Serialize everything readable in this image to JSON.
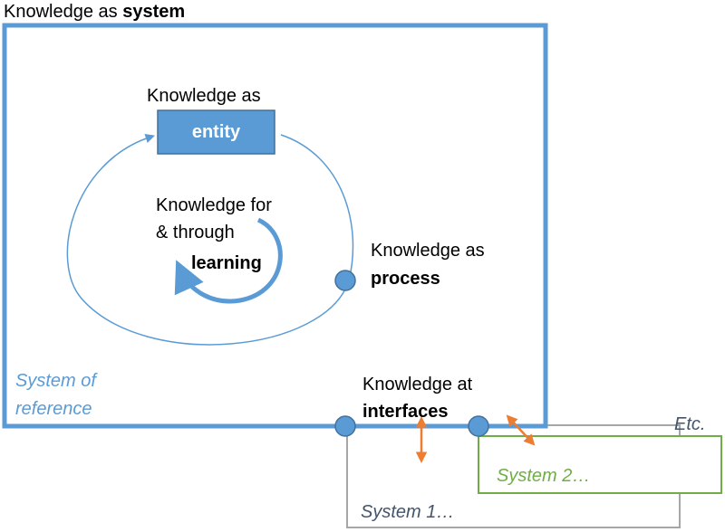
{
  "title": {
    "prefix": "Knowledge as ",
    "bold": "system"
  },
  "entity": {
    "label_top": "Knowledge as",
    "box_label": "entity"
  },
  "learning": {
    "line1": "Knowledge for",
    "line2": "& through",
    "bold": "learning"
  },
  "process": {
    "line1": "Knowledge as",
    "bold": "process"
  },
  "interfaces": {
    "line1": "Knowledge at",
    "bold": "interfaces"
  },
  "system_reference": {
    "line1": "System of",
    "line2": "reference"
  },
  "system1": {
    "label": "System 1…"
  },
  "system2": {
    "label": "System 2…"
  },
  "etc": {
    "label": "Etc."
  },
  "colors": {
    "main_blue": "#5b9bd5",
    "frame_blue": "#5b9bd5",
    "entity_fill": "#5b9bd5",
    "entity_border": "#41719c",
    "italic_blue": "#5b9bd5",
    "system1_gray": "#a6a6a6",
    "system2_green": "#70ad47",
    "arrow_orange": "#ed7d31",
    "text_dark": "#000000",
    "text_gray_blue": "#44546a"
  }
}
